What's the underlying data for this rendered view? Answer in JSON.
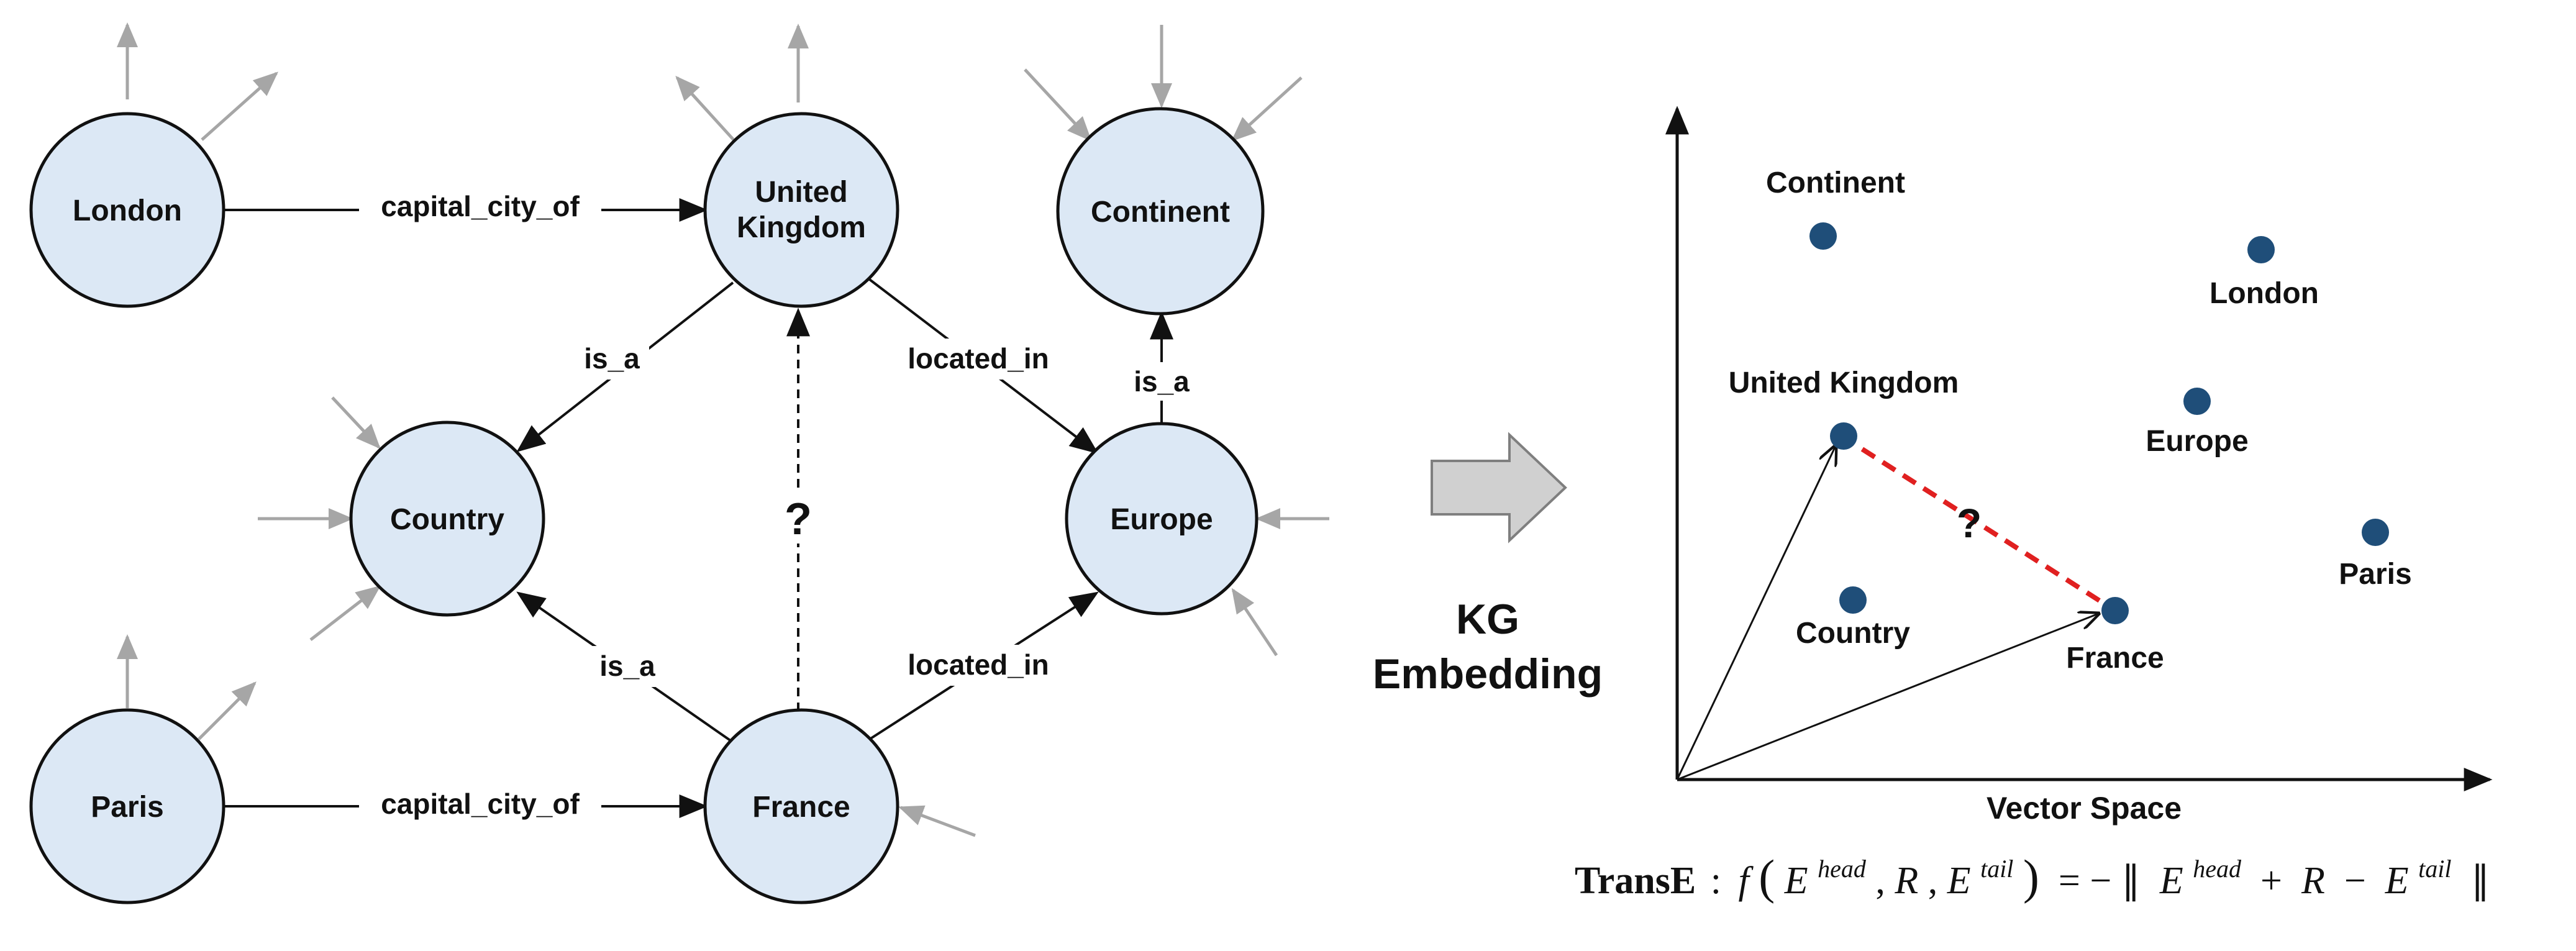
{
  "colors": {
    "node_fill": "#dce8f5",
    "node_stroke": "#111111",
    "edge": "#111111",
    "context_arrow": "#a6a6a6",
    "point": "#1f4e79",
    "dashed_distance": "#e02020",
    "block_arrow_fill": "#d0d0d0",
    "block_arrow_stroke": "#7f7f7f"
  },
  "graph": {
    "nodes": {
      "london": "London",
      "uk_line1": "United",
      "uk_line2": "Kingdom",
      "continent": "Continent",
      "country": "Country",
      "europe": "Europe",
      "paris": "Paris",
      "france": "France"
    },
    "edges": {
      "london_uk": "capital_city_of",
      "paris_france": "capital_city_of",
      "uk_country": "is_a",
      "france_country": "is_a",
      "uk_europe": "located_in",
      "france_europe": "located_in",
      "europe_continent": "is_a"
    },
    "unknown": "?"
  },
  "transition": {
    "line1": "KG",
    "line2": "Embedding",
    "arrow_icon": "block-right-arrow-icon"
  },
  "vector_space": {
    "xlabel": "Vector Space",
    "unknown": "?",
    "points": {
      "continent": "Continent",
      "london": "London",
      "uk": "United Kingdom",
      "europe": "Europe",
      "paris": "Paris",
      "country": "Country",
      "france": "France"
    }
  },
  "formula": {
    "name": "TransE",
    "colon": ":",
    "f": "f",
    "paren_open": "(",
    "E1": "E",
    "head1": "head",
    "comma1": ", ",
    "R1": "R",
    "comma2": ", ",
    "E2": "E",
    "tail1": "tail",
    "paren_close": ")",
    "eq_neg": " = − ∥ ",
    "E3": "E",
    "head2": "head",
    "plus": " + ",
    "R2": "R",
    "minus": " − ",
    "E4": "E",
    "tail2": "tail",
    "norm_close": " ∥"
  }
}
